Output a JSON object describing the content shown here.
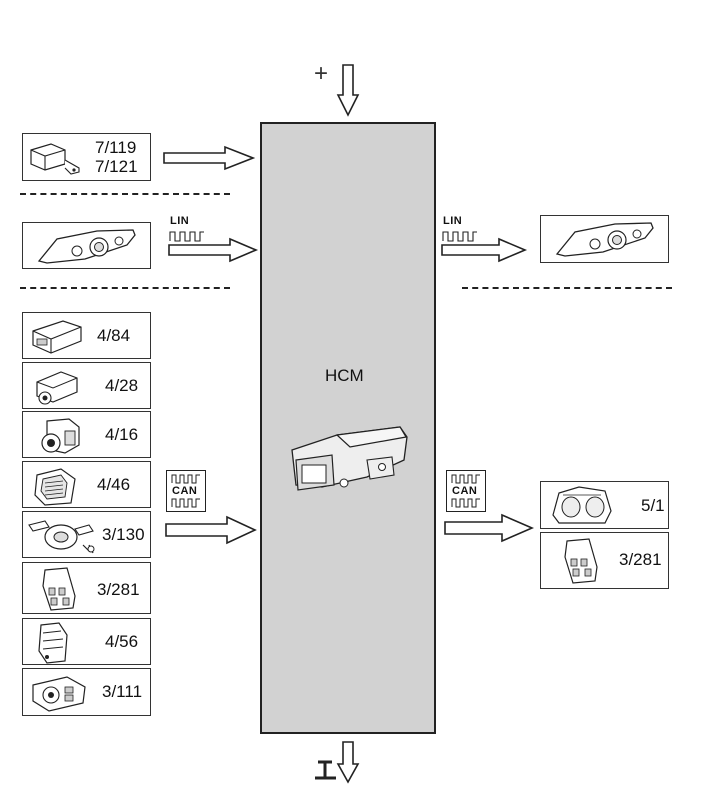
{
  "central_unit": {
    "label": "HCM"
  },
  "power": {
    "positive_symbol": "+"
  },
  "signals": {
    "lin": "LIN",
    "can": "CAN"
  },
  "inputs": {
    "top_group": [
      {
        "codes": [
          "7/119",
          "7/121"
        ],
        "icon": "relay-icon"
      }
    ],
    "lin_group": [
      {
        "code": "",
        "icon": "headlamp-icon"
      }
    ],
    "can_group": [
      {
        "code": "4/84",
        "icon": "control-module-icon"
      },
      {
        "code": "4/28",
        "icon": "steering-lock-icon"
      },
      {
        "code": "4/16",
        "icon": "ignition-switch-icon"
      },
      {
        "code": "4/46",
        "icon": "engine-module-icon"
      },
      {
        "code": "3/130",
        "icon": "steering-wheel-module-icon"
      },
      {
        "code": "3/281",
        "icon": "switch-panel-icon"
      },
      {
        "code": "4/56",
        "icon": "module-bracket-icon"
      },
      {
        "code": "3/111",
        "icon": "light-switch-icon"
      }
    ]
  },
  "outputs": {
    "lin_group": [
      {
        "code": "",
        "icon": "headlamp-icon"
      }
    ],
    "can_group": [
      {
        "code": "5/1",
        "icon": "instrument-cluster-icon"
      },
      {
        "code": "3/281",
        "icon": "switch-panel-icon"
      }
    ]
  }
}
